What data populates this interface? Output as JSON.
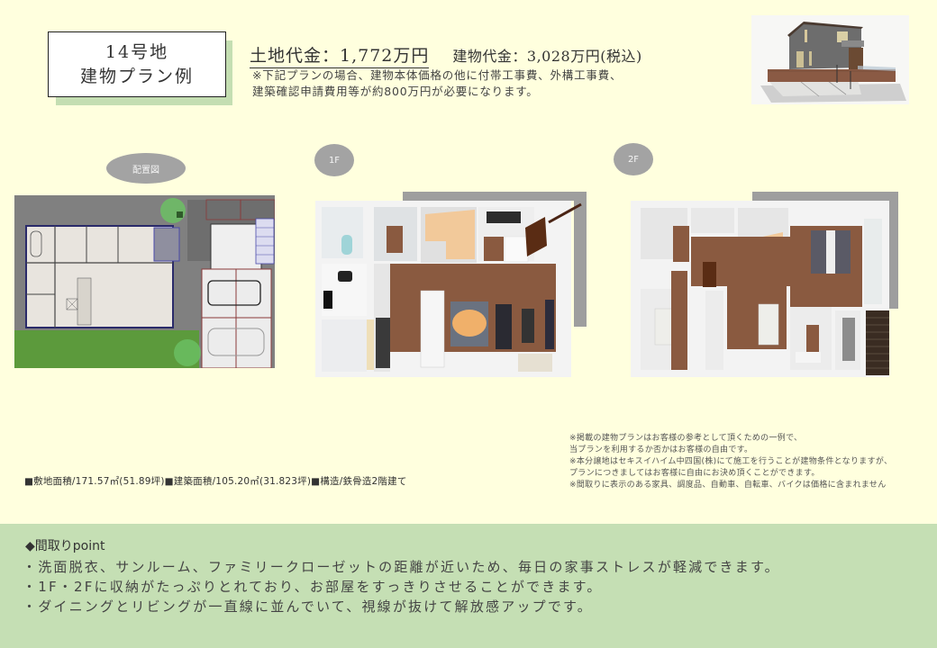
{
  "title": {
    "lot": "14号地",
    "subtitle": "建物プラン例"
  },
  "prices": {
    "land": "土地代金：1,772万円",
    "building": "建物代金：3,028万円(税込)",
    "note_lines": [
      "※下記プランの場合、建物本体価格の他に付帯工事費、外構工事費、",
      "建築確認申請費用等が約800万円が必要になります。"
    ]
  },
  "labels": {
    "site_plan": "配置図",
    "floor1": "1F",
    "floor2": "2F"
  },
  "images": {
    "exterior": "exterior-rendering",
    "site_plan": "site-plan-drawing",
    "floor1": "1f-3d-floor-plan",
    "floor2": "2f-3d-floor-plan"
  },
  "specs": "■敷地面積/171.57㎡(51.89坪)■建築面積/105.20㎡(31.823坪)■構造/鉄骨造2階建て",
  "disclaimer_lines": [
    "※掲載の建物プランはお客様の参考として頂くための一例で、",
    "当プランを利用するか否かはお客様の自由です。",
    "※本分譲地はセキスイハイム中四国(株)にて施工を行うことが建物条件となりますが、",
    "プランにつきましてはお客様に自由にお決め頂くことができます。",
    "※間取りに表示のある家具、調度品、自動車、自転車、バイクは価格に含まれません"
  ],
  "points": {
    "title": "◆間取りpoint",
    "items": [
      "・洗面脱衣、サンルーム、ファミリークローゼットの距離が近いため、毎日の家事ストレスが軽減できます。",
      "・1F・2Fに収納がたっぷりとれており、お部屋をすっきりさせることができます。",
      "・ダイニングとリビングが一直線に並んでいて、視線が抜けて解放感アップです。"
    ]
  },
  "colors": {
    "background": "#FFFFDE",
    "accent_green": "#C5DFB4",
    "label_gray": "#A3A3A3"
  }
}
